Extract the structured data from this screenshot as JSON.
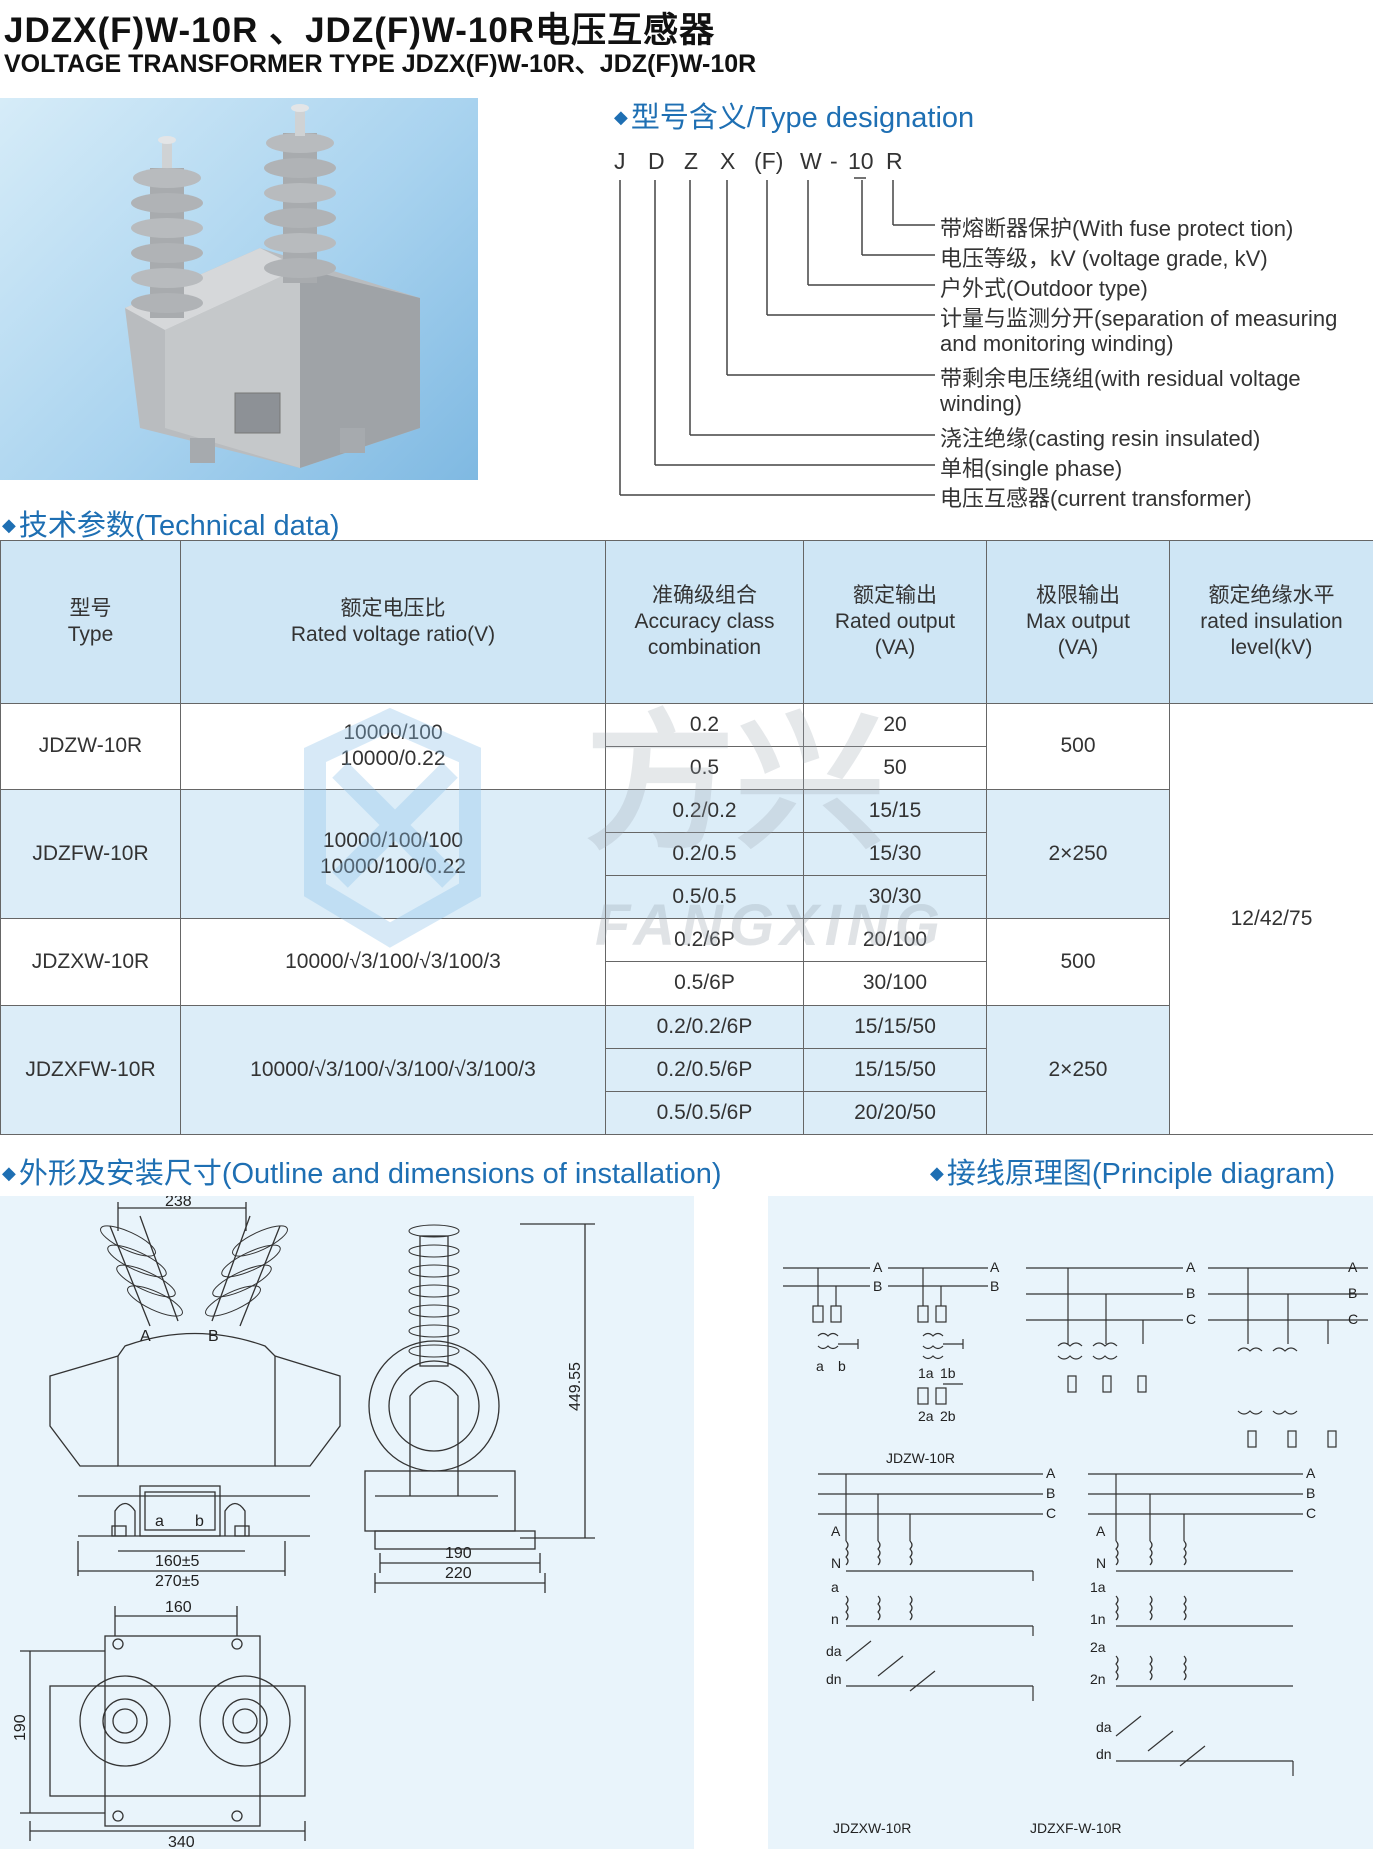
{
  "title": {
    "cn": "JDZX(F)W-10R 、JDZ(F)W-10R电压互感器",
    "en": "VOLTAGE TRANSFORMER TYPE JDZX(F)W-10R、JDZ(F)W-10R"
  },
  "designation": {
    "heading": "型号含义/Type designation",
    "codes": [
      "J",
      "D",
      "Z",
      "X",
      "(F)",
      "W",
      "-",
      "10",
      "R"
    ],
    "items": [
      "带熔断器保护(With fuse protect tion)",
      "电压等级，kV (voltage grade, kV)",
      "户外式(Outdoor type)",
      "计量与监测分开(separation of measuring",
      " and monitoring winding)",
      "带剩余电压绕组(with residual voltage",
      "winding)",
      "浇注绝缘(casting resin insulated)",
      "单相(single phase)",
      "电压互感器(current transformer)"
    ]
  },
  "technical": {
    "heading": "技术参数(Technical data)",
    "headers": {
      "type": [
        "型号",
        "Type"
      ],
      "ratio": [
        "额定电压比",
        "Rated voltage ratio(V)"
      ],
      "accuracy": [
        "准确级组合",
        "Accuracy class",
        "combination"
      ],
      "output": [
        "额定输出",
        "Rated output",
        "(VA)"
      ],
      "max": [
        "极限输出",
        "Max output",
        "(VA)"
      ],
      "insulation": [
        "额定绝缘水平",
        "rated insulation",
        "level(kV)"
      ]
    },
    "groups": [
      {
        "type": "JDZW-10R",
        "ratio": [
          "10000/100",
          "10000/0.22"
        ],
        "rows": [
          [
            "0.2",
            "20"
          ],
          [
            "0.5",
            "50"
          ]
        ],
        "max": "500"
      },
      {
        "type": "JDZFW-10R",
        "ratio": [
          "10000/100/100",
          "10000/100/0.22"
        ],
        "rows": [
          [
            "0.2/0.2",
            "15/15"
          ],
          [
            "0.2/0.5",
            "15/30"
          ],
          [
            "0.5/0.5",
            "30/30"
          ]
        ],
        "max": "2×250"
      },
      {
        "type": "JDZXW-10R",
        "ratio": [
          "10000/√3/100/√3/100/3"
        ],
        "rows": [
          [
            "0.2/6P",
            "20/100"
          ],
          [
            "0.5/6P",
            "30/100"
          ]
        ],
        "max": "500"
      },
      {
        "type": "JDZXFW-10R",
        "ratio": [
          "10000/√3/100/√3/100/√3/100/3"
        ],
        "rows": [
          [
            "0.2/0.2/6P",
            "15/15/50"
          ],
          [
            "0.2/0.5/6P",
            "15/15/50"
          ],
          [
            "0.5/0.5/6P",
            "20/20/50"
          ]
        ],
        "max": "2×250"
      }
    ],
    "insulation_value": "12/42/75",
    "watermark": {
      "cn": "方兴",
      "en": "FANGXING"
    }
  },
  "outline": {
    "heading": "外形及安装尺寸(Outline and dimensions of installation)",
    "dims": {
      "top_width": "238",
      "height": "449.55",
      "d160_tol": "160±5",
      "d270_tol": "270±5",
      "side_190": "190",
      "side_220": "220",
      "plan_160": "160",
      "plan_190": "190",
      "plan_340": "340"
    },
    "terminals": {
      "a": "A",
      "b": "B",
      "sa": "a",
      "sb": "b"
    }
  },
  "principle": {
    "heading": "接线原理图(Principle diagram)",
    "captions": [
      "JDZW-10R",
      "JDZXW-10R",
      "JDZXF-W-10R"
    ],
    "phases": [
      "A",
      "B",
      "C"
    ],
    "labels": {
      "A": "A",
      "B": "B",
      "N": "N",
      "a": "a",
      "b": "b",
      "n": "n",
      "one_a": "1a",
      "one_b": "1b",
      "one_n": "1n",
      "two_a": "2a",
      "two_b": "2b",
      "two_n": "2n",
      "da": "da",
      "dn": "dn"
    }
  },
  "colors": {
    "accent": "#1e6fb3",
    "header_bg": "#cfe6f5",
    "row_blue": "#dcedf8",
    "panel_bg": "#e9f4fb"
  }
}
